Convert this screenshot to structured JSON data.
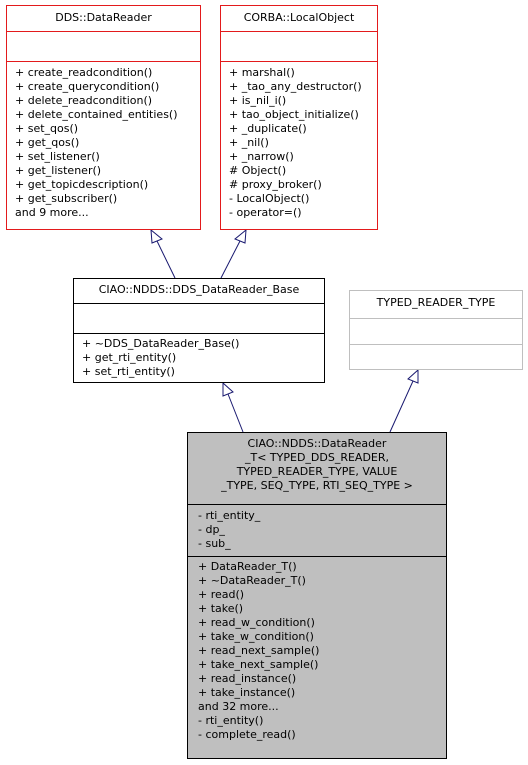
{
  "classes": {
    "dds_datareader": {
      "title": "DDS::DataReader",
      "attributes": [],
      "operations": [
        "+ create_readcondition()",
        "+ create_querycondition()",
        "+ delete_readcondition()",
        "+ delete_contained_entities()",
        "+ set_qos()",
        "+ get_qos()",
        "+ set_listener()",
        "+ get_listener()",
        "+ get_topicdescription()",
        "+ get_subscriber()",
        "and 9 more..."
      ]
    },
    "corba_localobject": {
      "title": "CORBA::LocalObject",
      "attributes": [],
      "operations": [
        "+ marshal()",
        "+ _tao_any_destructor()",
        "+ is_nil_i()",
        "+ tao_object_initialize()",
        "+ _duplicate()",
        "+ _nil()",
        "+ _narrow()",
        "# Object()",
        "# proxy_broker()",
        "- LocalObject()",
        "- operator=()"
      ]
    },
    "datareader_base": {
      "title": "CIAO::NDDS::DDS_DataReader_Base",
      "attributes": [],
      "operations": [
        "+ ~DDS_DataReader_Base()",
        "+ get_rti_entity()",
        "+ set_rti_entity()"
      ]
    },
    "typed_reader_type": {
      "title": "TYPED_READER_TYPE",
      "attributes": [],
      "operations": []
    },
    "datareader_t": {
      "title_lines": [
        "CIAO::NDDS::DataReader",
        "_T< TYPED_DDS_READER,",
        "TYPED_READER_TYPE, VALUE",
        "_TYPE, SEQ_TYPE, RTI_SEQ_TYPE >"
      ],
      "attributes": [
        "- rti_entity_",
        "- dp_",
        "- sub_"
      ],
      "operations": [
        "+ DataReader_T()",
        "+ ~DataReader_T()",
        "+ read()",
        "+ take()",
        "+ read_w_condition()",
        "+ take_w_condition()",
        "+ read_next_sample()",
        "+ take_next_sample()",
        "+ read_instance()",
        "+ take_instance()",
        "and 32 more...",
        "- rti_entity()",
        "- complete_read()"
      ]
    }
  },
  "colors": {
    "external_border": "#e31a1c",
    "inheritance_edge": "#191970",
    "focus_fill": "#bfbfbf",
    "undocumented_border": "#bfbfbf"
  }
}
